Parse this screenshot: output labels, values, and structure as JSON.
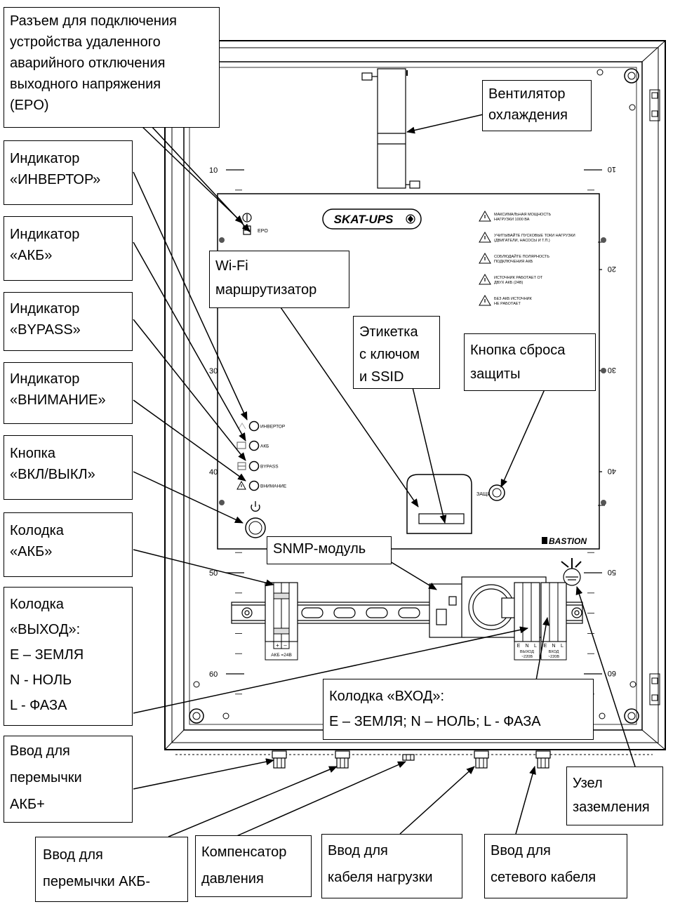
{
  "callouts": {
    "epo": [
      "Разъем для подключения",
      "устройства удаленного",
      "аварийного отключения",
      "выходного напряжения",
      "(EPO)"
    ],
    "fan": [
      "Вентилятор",
      "охлаждения"
    ],
    "inverter": [
      "Индикатор",
      "«ИНВЕРТОР»"
    ],
    "akb": [
      "Индикатор",
      "«АКБ»"
    ],
    "bypass": [
      "Индикатор",
      "«BYPASS»"
    ],
    "attention": [
      "Индикатор",
      "«ВНИМАНИЕ»"
    ],
    "power": [
      "Кнопка",
      "«ВКЛ/ВЫКЛ»"
    ],
    "akb_block": [
      "Колодка",
      "«АКБ»"
    ],
    "output_block": [
      "Колодка",
      "«ВЫХОД»:",
      "Е – ЗЕМЛЯ",
      "N - НОЛЬ",
      "L - ФАЗА"
    ],
    "jumper_plus": [
      "Ввод для",
      "перемычки",
      "АКБ+"
    ],
    "wifi": [
      "Wi-Fi",
      "маршрутизатор"
    ],
    "label_ssid": [
      "Этикетка",
      "с ключом",
      "и SSID"
    ],
    "reset": [
      "Кнопка сброса",
      "защиты"
    ],
    "snmp": [
      "SNMP-модуль"
    ],
    "input_block": [
      "Колодка «ВХОД»:",
      "Е – ЗЕМЛЯ; N – НОЛЬ; L - ФАЗА"
    ],
    "ground": [
      "Узел",
      "заземления"
    ],
    "jumper_minus": [
      "Ввод для",
      "перемычки АКБ-"
    ],
    "pressure": [
      "Компенсатор",
      "давления"
    ],
    "load_cable": [
      "Ввод для",
      "кабеля нагрузки"
    ],
    "mains_cable": [
      "Ввод для",
      "сетевого кабеля"
    ]
  },
  "panel": {
    "brand": "SKAT-UPS",
    "maker": "BASTION",
    "epo_label": "EPO",
    "indicators": [
      "ИНВЕРТОР",
      "АКБ",
      "BYPASS",
      "ВНИМАНИЕ"
    ],
    "reset_label": "ЗАЩИТА",
    "warnings": [
      [
        "МАКСИМАЛЬНАЯ МОЩНОСТЬ",
        "НАГРУЗКИ 1000 ВА"
      ],
      [
        "УЧИТЫВАЙТЕ ПУСКОВЫЕ ТОКИ НАГРУЗКИ",
        "(ДВИГАТЕЛИ, НАСОСЫ И Т.П.)"
      ],
      [
        "СОБЛЮДАЙТЕ ПОЛЯРНОСТЬ",
        "ПОДКЛЮЧЕНИЯ АКБ"
      ],
      [
        "ИСТОЧНИК РАБОТАЕТ ОТ",
        "ДВУХ АКБ (24В)"
      ],
      [
        "БЕЗ АКБ ИСТОЧНИК",
        "НЕ РАБОТАЕТ"
      ]
    ],
    "akb_terminal_label": "АКБ =24В",
    "akb_terminal_signs": [
      "+",
      "–"
    ],
    "out_terminal_letters": [
      "E",
      "N",
      "L"
    ],
    "out_terminal_label": [
      "ВЫХОД",
      "~220В"
    ],
    "in_terminal_letters": [
      "E",
      "N",
      "L"
    ],
    "in_terminal_label": [
      "ВХОД",
      "~220В"
    ],
    "ruler_left": [
      "10",
      "20",
      "30",
      "40",
      "50",
      "60"
    ],
    "ruler_right": [
      "10",
      "20",
      "30",
      "40",
      "50",
      "60"
    ]
  }
}
